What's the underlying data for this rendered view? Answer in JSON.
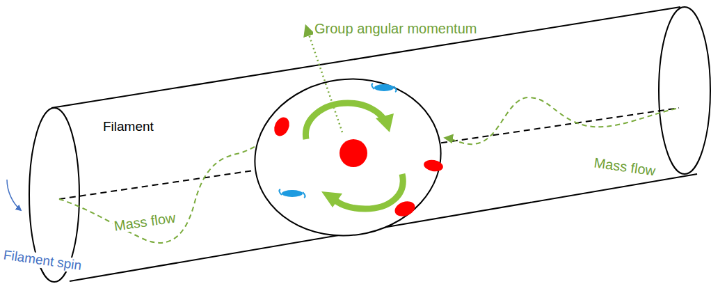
{
  "diagram": {
    "labels": [
      "Group angular momentum",
      "Filament",
      "Mass flow",
      "Mass flow",
      "Filament spin"
    ]
  }
}
